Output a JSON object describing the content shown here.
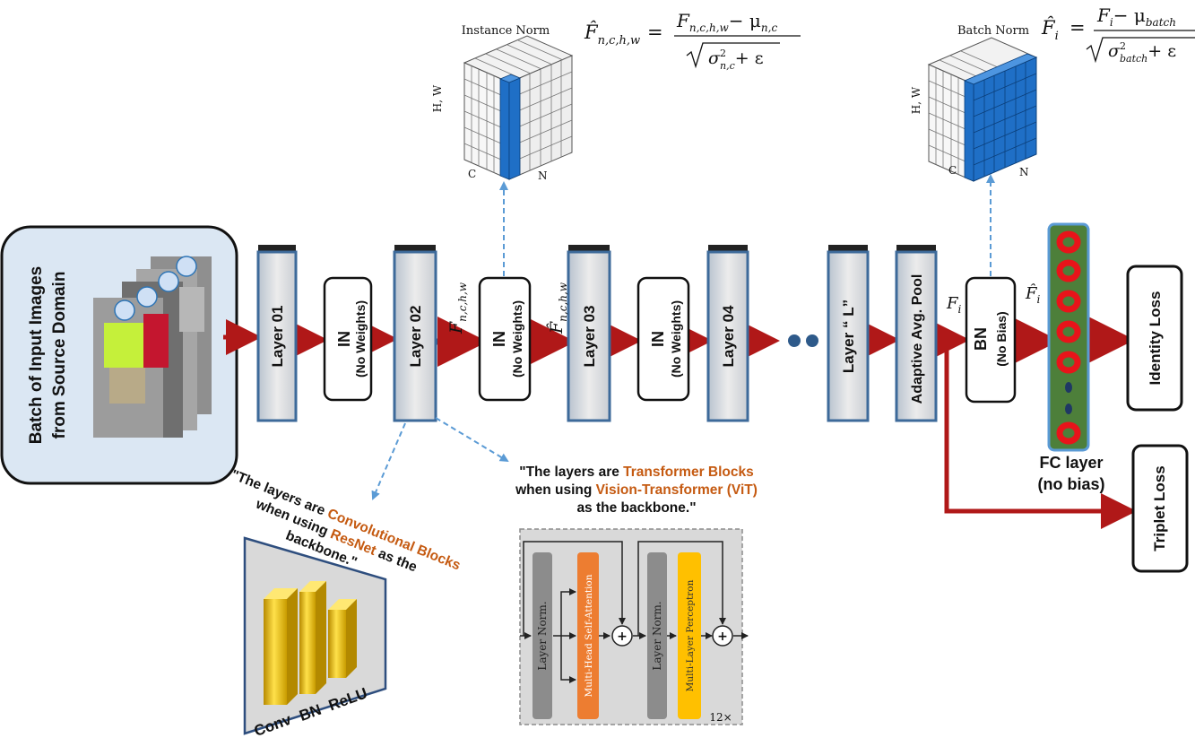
{
  "input": {
    "label_line1": "Batch of Input Images",
    "label_line2": "from Source Domain"
  },
  "layers": {
    "layer01": "Layer 01",
    "layer02": "Layer 02",
    "layer03": "Layer 03",
    "layer04": "Layer 04",
    "layerL": "Layer “ L”",
    "pool": "Adaptive Avg. Pool"
  },
  "norm_blocks": {
    "in_title": "IN",
    "in_sub": "(No Weights)",
    "bn_title": "BN",
    "bn_sub": "(No Bias)"
  },
  "feature_labels": {
    "f_nchw": "F",
    "f_nchw_sub": "n,c,h,w",
    "f_i": "F",
    "f_i_sub": "i"
  },
  "instance_norm": {
    "title": "Instance Norm",
    "formula_lhs": "F̂",
    "formula_lhs_sub": "n,c,h,w",
    "formula_num": "F",
    "formula_num_sub": "n,c,h,w",
    "formula_num_minus": "− μ",
    "formula_num_mu_sub": "n,c",
    "formula_den": "σ",
    "formula_den_sub": "n,c",
    "formula_den_eps": "+ ε",
    "axis_hw": "H, W",
    "axis_c": "C",
    "axis_n": "N"
  },
  "batch_norm": {
    "title": "Batch Norm",
    "formula_lhs": "F̂",
    "formula_lhs_sub": "i",
    "formula_num": "F",
    "formula_num_sub": "i",
    "formula_num_minus": "− μ",
    "formula_num_mu_sub": "batch",
    "formula_den": "σ",
    "formula_den_sub": "batch",
    "formula_den_eps": "+ ε",
    "axis_hw": "H, W",
    "axis_c": "C",
    "axis_n": "N"
  },
  "fc": {
    "label_line1": "FC layer",
    "label_line2": "(no bias)"
  },
  "losses": {
    "identity": "Identity Loss",
    "triplet": "Triplet Loss"
  },
  "resnet_note": {
    "line1": "\"The layers are ",
    "line1_hl": "Convolutional Blocks",
    "line2": "when using ",
    "line2_hl": "ResNet",
    "line2_end": " as the",
    "line3": "backbone.\""
  },
  "vit_note": {
    "line1": "\"The layers are ",
    "line1_hl": "Transformer Blocks",
    "line2": "when using ",
    "line2_hl": "Vision-Transformer (ViT)",
    "line3": "as the backbone.\""
  },
  "conv_block": {
    "conv": "Conv",
    "bn": "BN",
    "relu": "ReLU"
  },
  "transformer_block": {
    "layer_norm": "Layer Norm.",
    "mhsa": "Multi-Head Self-Attention",
    "mlp": "Multi-Layer Perceptron",
    "plus": "+",
    "repeat": "12×"
  },
  "colors": {
    "arrow_red": "#b01818",
    "arrow_blue": "#2e5a8a",
    "cube_blue": "#1f6fc6",
    "accent_orange": "#c55a11",
    "fc_green": "#4d7f3a"
  }
}
